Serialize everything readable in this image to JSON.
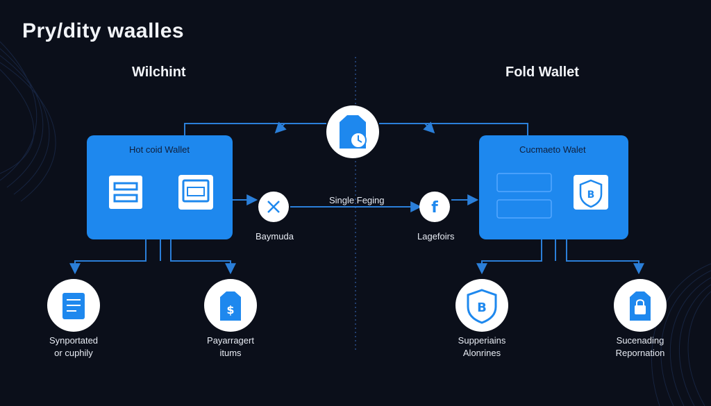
{
  "header": {
    "title": "Pry/dity waalles"
  },
  "left": {
    "heading": "Wilchint",
    "box_label": "Hot coid Wallet",
    "connector_label": "Baymuda",
    "items": [
      {
        "line1": "Synportated",
        "line2": "or cuphily"
      },
      {
        "line1": "Payarragert",
        "line2": "itums"
      }
    ]
  },
  "center": {
    "label": "Single Feging"
  },
  "right": {
    "heading": "Fold Wallet",
    "box_label": "Cucmaeto Walet",
    "connector_label": "Lagefoirs",
    "items": [
      {
        "line1": "Supperiains",
        "line2": "Alonrines"
      },
      {
        "line1": "Sucenading",
        "line2": "Repornation"
      }
    ]
  },
  "icons": {
    "top_center": "tag-clock-icon",
    "left_box_a": "server-icon",
    "left_box_b": "card-terminal-icon",
    "left_connector": "close-x-icon",
    "right_connector": "facebook-f-icon",
    "right_box": "bitcoin-shield-icon",
    "left_item_1": "document-icon",
    "left_item_2": "dollar-tag-icon",
    "right_item_1": "bitcoin-shield-icon",
    "right_item_2": "lock-tag-icon"
  },
  "colors": {
    "background": "#0b0f1a",
    "accent": "#1e88ee",
    "line": "#2b7fd9",
    "circle": "#ffffff"
  }
}
